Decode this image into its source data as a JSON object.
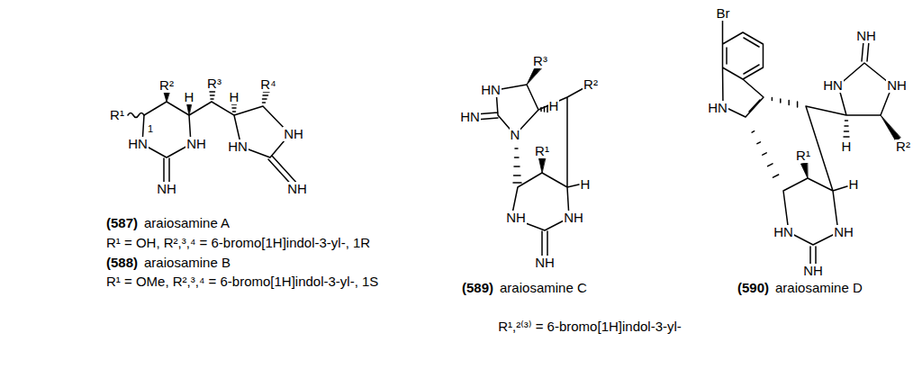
{
  "diagram": {
    "labels": [
      "R²",
      "H",
      "R³",
      "H",
      "R⁴",
      "R¹",
      "1",
      "HN",
      "NH",
      "HN",
      "NH",
      "NH",
      "NH",
      "R³",
      "HN",
      "H",
      "R²",
      "HN",
      "N",
      "R¹",
      "H",
      "NH",
      "NH",
      "NH",
      "Br",
      "NH",
      "HN",
      "NH",
      "HN",
      "H",
      "R²",
      "R¹",
      "H",
      "HN",
      "NH",
      "NH",
      "(587)",
      "araiosamine A",
      "R¹ = OH, R²,³,⁴ = 6-bromo[1H]indol-3-yl-, 1R",
      "(588)",
      "araiosamine B",
      "R¹ = OMe, R²,³,⁴ = 6-bromo[1H]indol-3-yl-, 1S",
      "(589)",
      "araiosamine C",
      "(590)",
      "araiosamine D",
      "R¹,²⁽³⁾ = 6-bromo[1H]indol-3-yl-"
    ]
  }
}
